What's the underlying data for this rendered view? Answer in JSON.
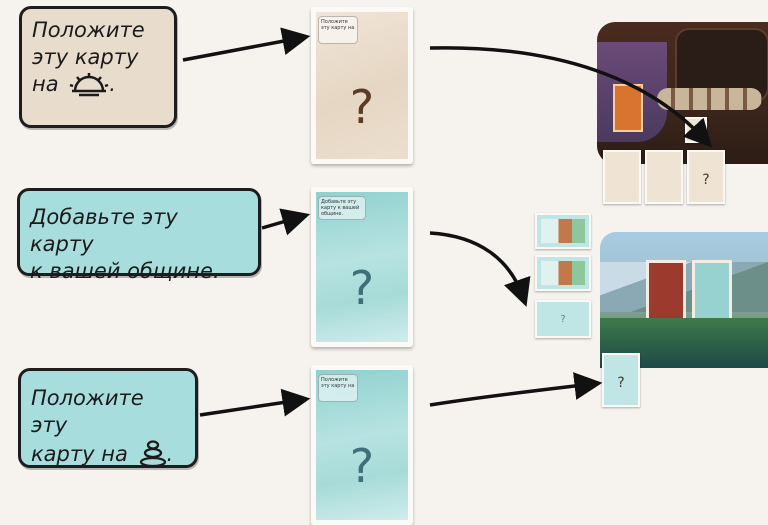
{
  "steps": [
    {
      "lines": [
        "Положите",
        "эту карту",
        "на"
      ],
      "icon": "sunrise-icon",
      "trailing": ".",
      "card_tag": "Положите эту карту на",
      "card_symbol": "?"
    },
    {
      "lines": [
        "Добавьте эту карту",
        "к вашей общине."
      ],
      "card_tag": "Добавьте эту карту к вашей общине.",
      "card_symbol": "?"
    },
    {
      "lines": [
        "Положите эту",
        "карту на"
      ],
      "icon": "stones-icon",
      "trailing": ".",
      "card_tag": "Положите эту карту на",
      "card_symbol": "?"
    }
  ],
  "targets": {
    "top_slot_symbol": "?",
    "mid_slot_symbol": "?",
    "bottom_slot_symbol": "?"
  },
  "colors": {
    "parchment": "#e8dccd",
    "teal": "#a7dedd",
    "outline": "#1d1d1d"
  }
}
